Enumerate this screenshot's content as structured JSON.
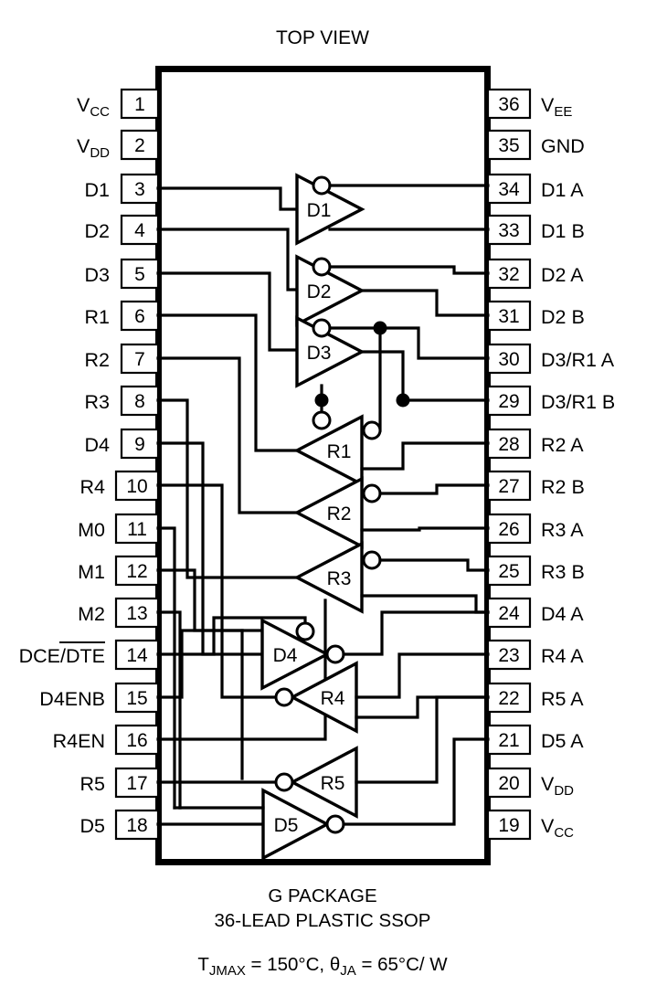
{
  "title": "TOP VIEW",
  "package": {
    "name_line1": "G PACKAGE",
    "name_line2": "36-LEAD PLASTIC SSOP",
    "thermal_line": "TJMAX = 150°C, θJA = 65°C/ W",
    "thermal_parts": {
      "t_base": "T",
      "t_sub": "JMAX",
      "t_val": " = 150°C, ",
      "theta_base": "θ",
      "theta_sub": "JA",
      "theta_val": " = 65°C/ W"
    },
    "lead_count": 36,
    "outline_color": "#000000"
  },
  "pins": {
    "left": [
      {
        "num": "1",
        "label": "VCC",
        "base": "V",
        "sub": "CC",
        "overline": ""
      },
      {
        "num": "2",
        "label": "VDD",
        "base": "V",
        "sub": "DD",
        "overline": ""
      },
      {
        "num": "3",
        "label": "D1",
        "base": "D1",
        "sub": "",
        "overline": ""
      },
      {
        "num": "4",
        "label": "D2",
        "base": "D2",
        "sub": "",
        "overline": ""
      },
      {
        "num": "5",
        "label": "D3",
        "base": "D3",
        "sub": "",
        "overline": ""
      },
      {
        "num": "6",
        "label": "R1",
        "base": "R1",
        "sub": "",
        "overline": ""
      },
      {
        "num": "7",
        "label": "R2",
        "base": "R2",
        "sub": "",
        "overline": ""
      },
      {
        "num": "8",
        "label": "R3",
        "base": "R3",
        "sub": "",
        "overline": ""
      },
      {
        "num": "9",
        "label": "D4",
        "base": "D4",
        "sub": "",
        "overline": ""
      },
      {
        "num": "10",
        "label": "R4",
        "base": "R4",
        "sub": "",
        "overline": ""
      },
      {
        "num": "11",
        "label": "M0",
        "base": "M0",
        "sub": "",
        "overline": ""
      },
      {
        "num": "12",
        "label": "M1",
        "base": "M1",
        "sub": "",
        "overline": ""
      },
      {
        "num": "13",
        "label": "M2",
        "base": "M2",
        "sub": "",
        "overline": ""
      },
      {
        "num": "14",
        "label": "DCE/DTE",
        "base": "DCE/",
        "sub": "",
        "overline": "DTE"
      },
      {
        "num": "15",
        "label": "D4ENB",
        "base": "D4ENB",
        "sub": "",
        "overline": ""
      },
      {
        "num": "16",
        "label": "R4EN",
        "base": "R4EN",
        "sub": "",
        "overline": ""
      },
      {
        "num": "17",
        "label": "R5",
        "base": "R5",
        "sub": "",
        "overline": ""
      },
      {
        "num": "18",
        "label": "D5",
        "base": "D5",
        "sub": "",
        "overline": ""
      }
    ],
    "right": [
      {
        "num": "36",
        "label": "VEE",
        "base": "V",
        "sub": "EE",
        "overline": ""
      },
      {
        "num": "35",
        "label": "GND",
        "base": "GND",
        "sub": "",
        "overline": ""
      },
      {
        "num": "34",
        "label": "D1 A",
        "base": "D1 A",
        "sub": "",
        "overline": ""
      },
      {
        "num": "33",
        "label": "D1 B",
        "base": "D1 B",
        "sub": "",
        "overline": ""
      },
      {
        "num": "32",
        "label": "D2 A",
        "base": "D2 A",
        "sub": "",
        "overline": ""
      },
      {
        "num": "31",
        "label": "D2 B",
        "base": "D2 B",
        "sub": "",
        "overline": ""
      },
      {
        "num": "30",
        "label": "D3/R1 A",
        "base": "D3/R1 A",
        "sub": "",
        "overline": ""
      },
      {
        "num": "29",
        "label": "D3/R1 B",
        "base": "D3/R1 B",
        "sub": "",
        "overline": ""
      },
      {
        "num": "28",
        "label": "R2 A",
        "base": "R2 A",
        "sub": "",
        "overline": ""
      },
      {
        "num": "27",
        "label": "R2 B",
        "base": "R2 B",
        "sub": "",
        "overline": ""
      },
      {
        "num": "26",
        "label": "R3 A",
        "base": "R3 A",
        "sub": "",
        "overline": ""
      },
      {
        "num": "25",
        "label": "R3 B",
        "base": "R3 B",
        "sub": "",
        "overline": ""
      },
      {
        "num": "24",
        "label": "D4 A",
        "base": "D4 A",
        "sub": "",
        "overline": ""
      },
      {
        "num": "23",
        "label": "R4 A",
        "base": "R4 A",
        "sub": "",
        "overline": ""
      },
      {
        "num": "22",
        "label": "R5 A",
        "base": "R5 A",
        "sub": "",
        "overline": ""
      },
      {
        "num": "21",
        "label": "D5 A",
        "base": "D5 A",
        "sub": "",
        "overline": ""
      },
      {
        "num": "20",
        "label": "VDD",
        "base": "V",
        "sub": "DD",
        "overline": ""
      },
      {
        "num": "19",
        "label": "VCC",
        "base": "V",
        "sub": "CC",
        "overline": ""
      }
    ]
  },
  "gates": [
    {
      "name": "D1",
      "kind": "driver",
      "label": "D1"
    },
    {
      "name": "D2",
      "kind": "driver",
      "label": "D2"
    },
    {
      "name": "D3",
      "kind": "driver",
      "label": "D3"
    },
    {
      "name": "R1",
      "kind": "receiver",
      "label": "R1"
    },
    {
      "name": "R2",
      "kind": "receiver",
      "label": "R2"
    },
    {
      "name": "R3",
      "kind": "receiver",
      "label": "R3"
    },
    {
      "name": "D4",
      "kind": "driver",
      "label": "D4"
    },
    {
      "name": "R4",
      "kind": "receiver",
      "label": "R4"
    },
    {
      "name": "R5",
      "kind": "receiver",
      "label": "R5"
    },
    {
      "name": "D5",
      "kind": "driver",
      "label": "D5"
    }
  ]
}
